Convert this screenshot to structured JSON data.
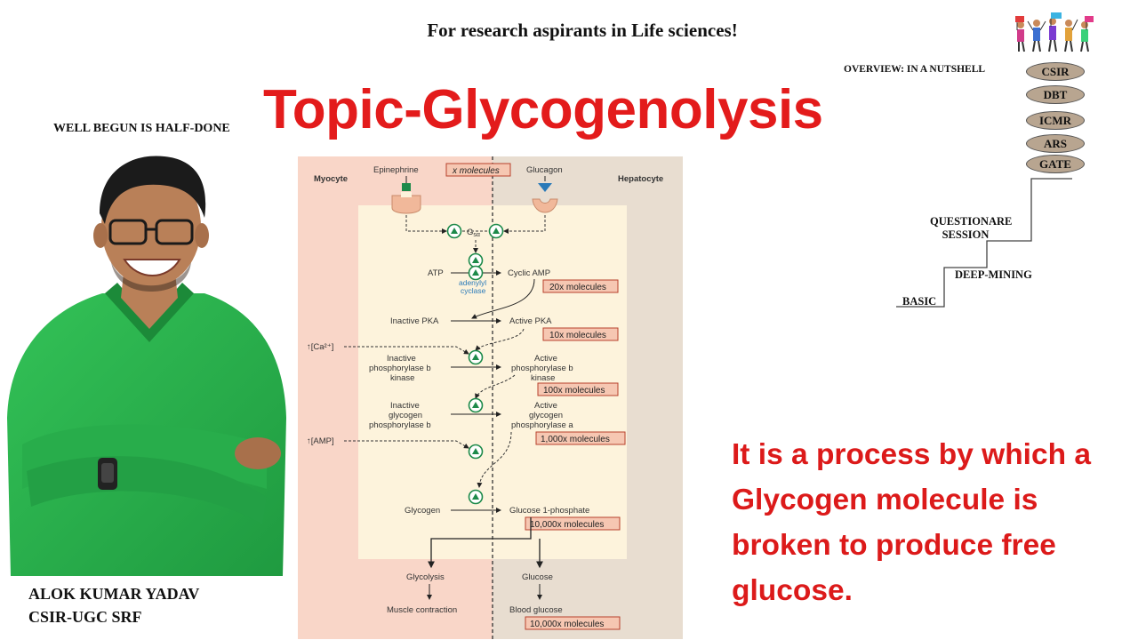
{
  "tagline": "For research aspirants in Life sciences!",
  "title": "Topic-Glycogenolysis",
  "motto": "WELL  BEGUN IS HALF-DONE",
  "overview": "OVERVIEW: IN A NUTSHELL",
  "exams": [
    "CSIR",
    "DBT",
    "ICMR",
    "ARS",
    "GATE"
  ],
  "steps": {
    "questionnaire_line1": "QUESTIONARE",
    "questionnaire_line2": "SESSION",
    "deep_mining": "DEEP-MINING",
    "basic": "BASIC"
  },
  "description": "It is a process by which a Glycogen molecule is broken to produce free glucose.",
  "author": {
    "name": "ALOK KUMAR YADAV",
    "designation": "CSIR-UGC  SRF"
  },
  "diagram": {
    "myocyte": "Myocyte",
    "hepatocyte": "Hepatocyte",
    "epinephrine": "Epinephrine",
    "glucagon": "Glucagon",
    "gs_alpha": "G",
    "gs_sub": "sα",
    "atp": "ATP",
    "cyclic_amp": "Cyclic AMP",
    "adenylyl_1": "adenylyl",
    "adenylyl_2": "cyclase",
    "inactive_pka": "Inactive PKA",
    "active_pka": "Active PKA",
    "calcium": "↑[Ca²⁺]",
    "amp": "↑[AMP]",
    "inactive_pk_1": "Inactive",
    "inactive_pk_2": "phosphorylase b",
    "inactive_pk_3": "kinase",
    "active_pk_1": "Active",
    "active_pk_2": "phosphorylase b",
    "active_pk_3": "kinase",
    "inactive_gp_1": "Inactive",
    "inactive_gp_2": "glycogen",
    "inactive_gp_3": "phosphorylase b",
    "active_gp_1": "Active",
    "active_gp_2": "glycogen",
    "active_gp_3": "phosphorylase a",
    "glycogen": "Glycogen",
    "g1p": "Glucose 1-phosphate",
    "glycolysis": "Glycolysis",
    "muscle": "Muscle contraction",
    "glucose": "Glucose",
    "blood_glucose": "Blood glucose",
    "amplification": [
      "x molecules",
      "20x molecules",
      "10x molecules",
      "100x molecules",
      "1,000x molecules",
      "10,000x molecules",
      "10,000x molecules"
    ]
  },
  "colors": {
    "title": "#e31b1b",
    "description": "#dc1a1a",
    "shirt": "#2bb24c",
    "myocyte_bg": "#f9d6c8",
    "hepatocyte_bg": "#e8ddd0",
    "inner_bg": "#fdf3dc"
  }
}
